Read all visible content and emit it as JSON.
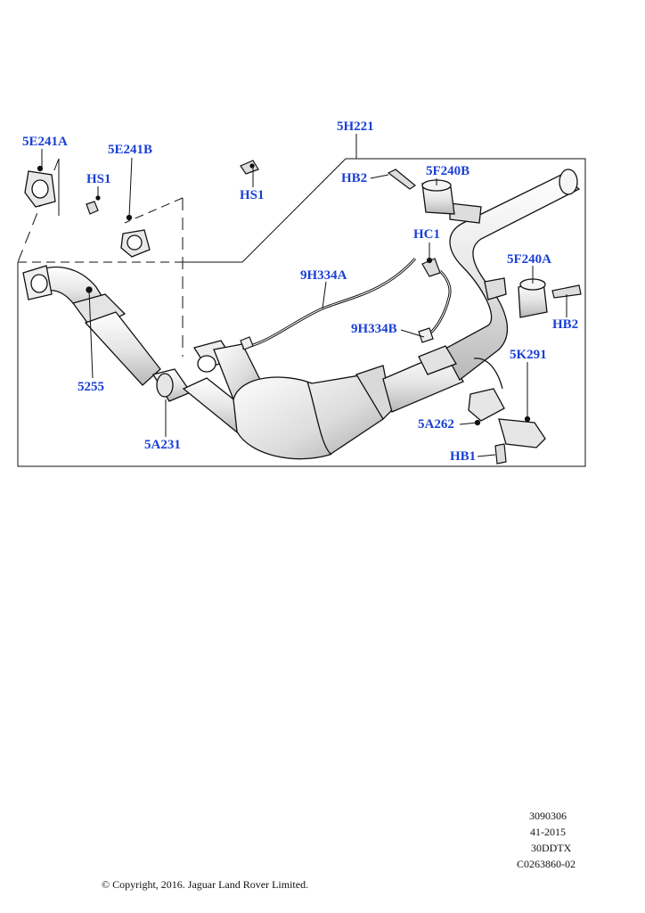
{
  "callouts": {
    "5E241A": "5E241A",
    "5E241B": "5E241B",
    "HS1_left": "HS1",
    "HS1_right": "HS1",
    "5H221": "5H221",
    "HB2_top": "HB2",
    "5F240B": "5F240B",
    "HC1": "HC1",
    "5F240A": "5F240A",
    "9H334A": "9H334A",
    "9H334B": "9H334B",
    "HB2_right": "HB2",
    "5K291": "5K291",
    "5255": "5255",
    "5A262": "5A262",
    "5A231": "5A231",
    "HB1": "HB1"
  },
  "reference": {
    "line1": "3090306",
    "line2": "41-2015",
    "line3": "30DDTX",
    "line4": "C0263860-02"
  },
  "copyright": "© Copyright, 2016. Jaguar Land Rover Limited.",
  "colors": {
    "callout": "#1a3fd6",
    "line": "#111111",
    "part_fill": "#f2f2f2",
    "part_shade": "#c8c8c8"
  }
}
